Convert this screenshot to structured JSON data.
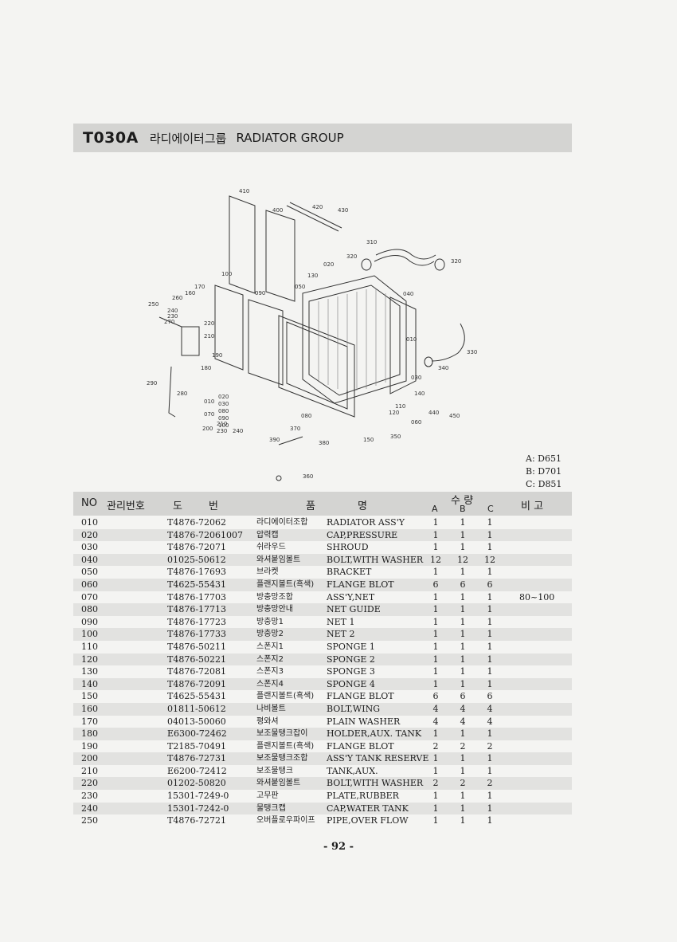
{
  "header": {
    "code": "T030A",
    "title_ko": "라디에이터그룹",
    "title_en": "RADIATOR GROUP"
  },
  "diagram": {
    "callouts": [
      "410",
      "400",
      "420",
      "430",
      "310",
      "320",
      "320",
      "020",
      "130",
      "050",
      "100",
      "040",
      "170",
      "160",
      "260",
      "250",
      "240",
      "230",
      "270",
      "090",
      "220",
      "210",
      "010",
      "190",
      "180",
      "330",
      "340",
      "030",
      "290",
      "280",
      "140",
      "010",
      "020",
      "030",
      "070",
      "080",
      "090",
      "100",
      "110",
      "120",
      "200",
      "210",
      "230",
      "240",
      "080",
      "060",
      "440",
      "450",
      "370",
      "390",
      "380",
      "150",
      "350",
      "360"
    ]
  },
  "legend": [
    "A: D651",
    "B: D701",
    "C: D851"
  ],
  "table": {
    "headers": {
      "no": "NO",
      "mgmt": "관리번호",
      "part_a": "도",
      "part_b": "번",
      "name_a": "품",
      "name_b": "명",
      "qty": "수 량",
      "a": "A",
      "b": "B",
      "c": "C",
      "remark": "비 고"
    },
    "rows": [
      {
        "no": "010",
        "part": "T4876-72062",
        "ko": "라디에이터조합",
        "en": "RADIATOR ASS'Y",
        "a": "1",
        "b": "1",
        "c": "1",
        "rem": ""
      },
      {
        "no": "020",
        "part": "T4876-72061007",
        "ko": "압력캡",
        "en": "CAP,PRESSURE",
        "a": "1",
        "b": "1",
        "c": "1",
        "rem": ""
      },
      {
        "no": "030",
        "part": "T4876-72071",
        "ko": "쉬라우드",
        "en": "SHROUD",
        "a": "1",
        "b": "1",
        "c": "1",
        "rem": ""
      },
      {
        "no": "040",
        "part": "01025-50612",
        "ko": "와셔붙임볼트",
        "en": "BOLT,WITH WASHER",
        "a": "12",
        "b": "12",
        "c": "12",
        "rem": ""
      },
      {
        "no": "050",
        "part": "T4876-17693",
        "ko": "브라켓",
        "en": "BRACKET",
        "a": "1",
        "b": "1",
        "c": "1",
        "rem": ""
      },
      {
        "no": "060",
        "part": "T4625-55431",
        "ko": "플랜지볼트(흑색)",
        "en": "FLANGE BLOT",
        "a": "6",
        "b": "6",
        "c": "6",
        "rem": ""
      },
      {
        "no": "070",
        "part": "T4876-17703",
        "ko": "방충망조합",
        "en": "ASS'Y,NET",
        "a": "1",
        "b": "1",
        "c": "1",
        "rem": "80~100"
      },
      {
        "no": "080",
        "part": "T4876-17713",
        "ko": "방충망안내",
        "en": "NET GUIDE",
        "a": "1",
        "b": "1",
        "c": "1",
        "rem": ""
      },
      {
        "no": "090",
        "part": "T4876-17723",
        "ko": "방충망1",
        "en": "NET 1",
        "a": "1",
        "b": "1",
        "c": "1",
        "rem": ""
      },
      {
        "no": "100",
        "part": "T4876-17733",
        "ko": "방충망2",
        "en": "NET 2",
        "a": "1",
        "b": "1",
        "c": "1",
        "rem": ""
      },
      {
        "no": "110",
        "part": "T4876-50211",
        "ko": "스폰지1",
        "en": "SPONGE 1",
        "a": "1",
        "b": "1",
        "c": "1",
        "rem": ""
      },
      {
        "no": "120",
        "part": "T4876-50221",
        "ko": "스폰지2",
        "en": "SPONGE 2",
        "a": "1",
        "b": "1",
        "c": "1",
        "rem": ""
      },
      {
        "no": "130",
        "part": "T4876-72081",
        "ko": "스폰지3",
        "en": "SPONGE 3",
        "a": "1",
        "b": "1",
        "c": "1",
        "rem": ""
      },
      {
        "no": "140",
        "part": "T4876-72091",
        "ko": "스폰지4",
        "en": "SPONGE 4",
        "a": "1",
        "b": "1",
        "c": "1",
        "rem": ""
      },
      {
        "no": "150",
        "part": "T4625-55431",
        "ko": "플랜지볼트(흑색)",
        "en": "FLANGE BLOT",
        "a": "6",
        "b": "6",
        "c": "6",
        "rem": ""
      },
      {
        "no": "160",
        "part": "01811-50612",
        "ko": "나비볼트",
        "en": "BOLT,WING",
        "a": "4",
        "b": "4",
        "c": "4",
        "rem": ""
      },
      {
        "no": "170",
        "part": "04013-50060",
        "ko": "평와셔",
        "en": "PLAIN WASHER",
        "a": "4",
        "b": "4",
        "c": "4",
        "rem": ""
      },
      {
        "no": "180",
        "part": "E6300-72462",
        "ko": "보조물탱크잡이",
        "en": "HOLDER,AUX. TANK",
        "a": "1",
        "b": "1",
        "c": "1",
        "rem": ""
      },
      {
        "no": "190",
        "part": "T2185-70491",
        "ko": "플랜지볼트(흑색)",
        "en": "FLANGE BLOT",
        "a": "2",
        "b": "2",
        "c": "2",
        "rem": ""
      },
      {
        "no": "200",
        "part": "T4876-72731",
        "ko": "보조물탱크조합",
        "en": "ASS'Y TANK RESERVE",
        "a": "1",
        "b": "1",
        "c": "1",
        "rem": ""
      },
      {
        "no": "210",
        "part": "E6200-72412",
        "ko": "보조물탱크",
        "en": "TANK,AUX.",
        "a": "1",
        "b": "1",
        "c": "1",
        "rem": ""
      },
      {
        "no": "220",
        "part": "01202-50820",
        "ko": "와셔붙임볼트",
        "en": "BOLT,WITH WASHER",
        "a": "2",
        "b": "2",
        "c": "2",
        "rem": ""
      },
      {
        "no": "230",
        "part": "15301-7249-0",
        "ko": "고무판",
        "en": "PLATE,RUBBER",
        "a": "1",
        "b": "1",
        "c": "1",
        "rem": ""
      },
      {
        "no": "240",
        "part": "15301-7242-0",
        "ko": "물탱크캡",
        "en": "CAP,WATER TANK",
        "a": "1",
        "b": "1",
        "c": "1",
        "rem": ""
      },
      {
        "no": "250",
        "part": "T4876-72721",
        "ko": "오버플로우파이프",
        "en": "PIPE,OVER FLOW",
        "a": "1",
        "b": "1",
        "c": "1",
        "rem": ""
      }
    ]
  },
  "footer": {
    "page": "- 92 -"
  }
}
